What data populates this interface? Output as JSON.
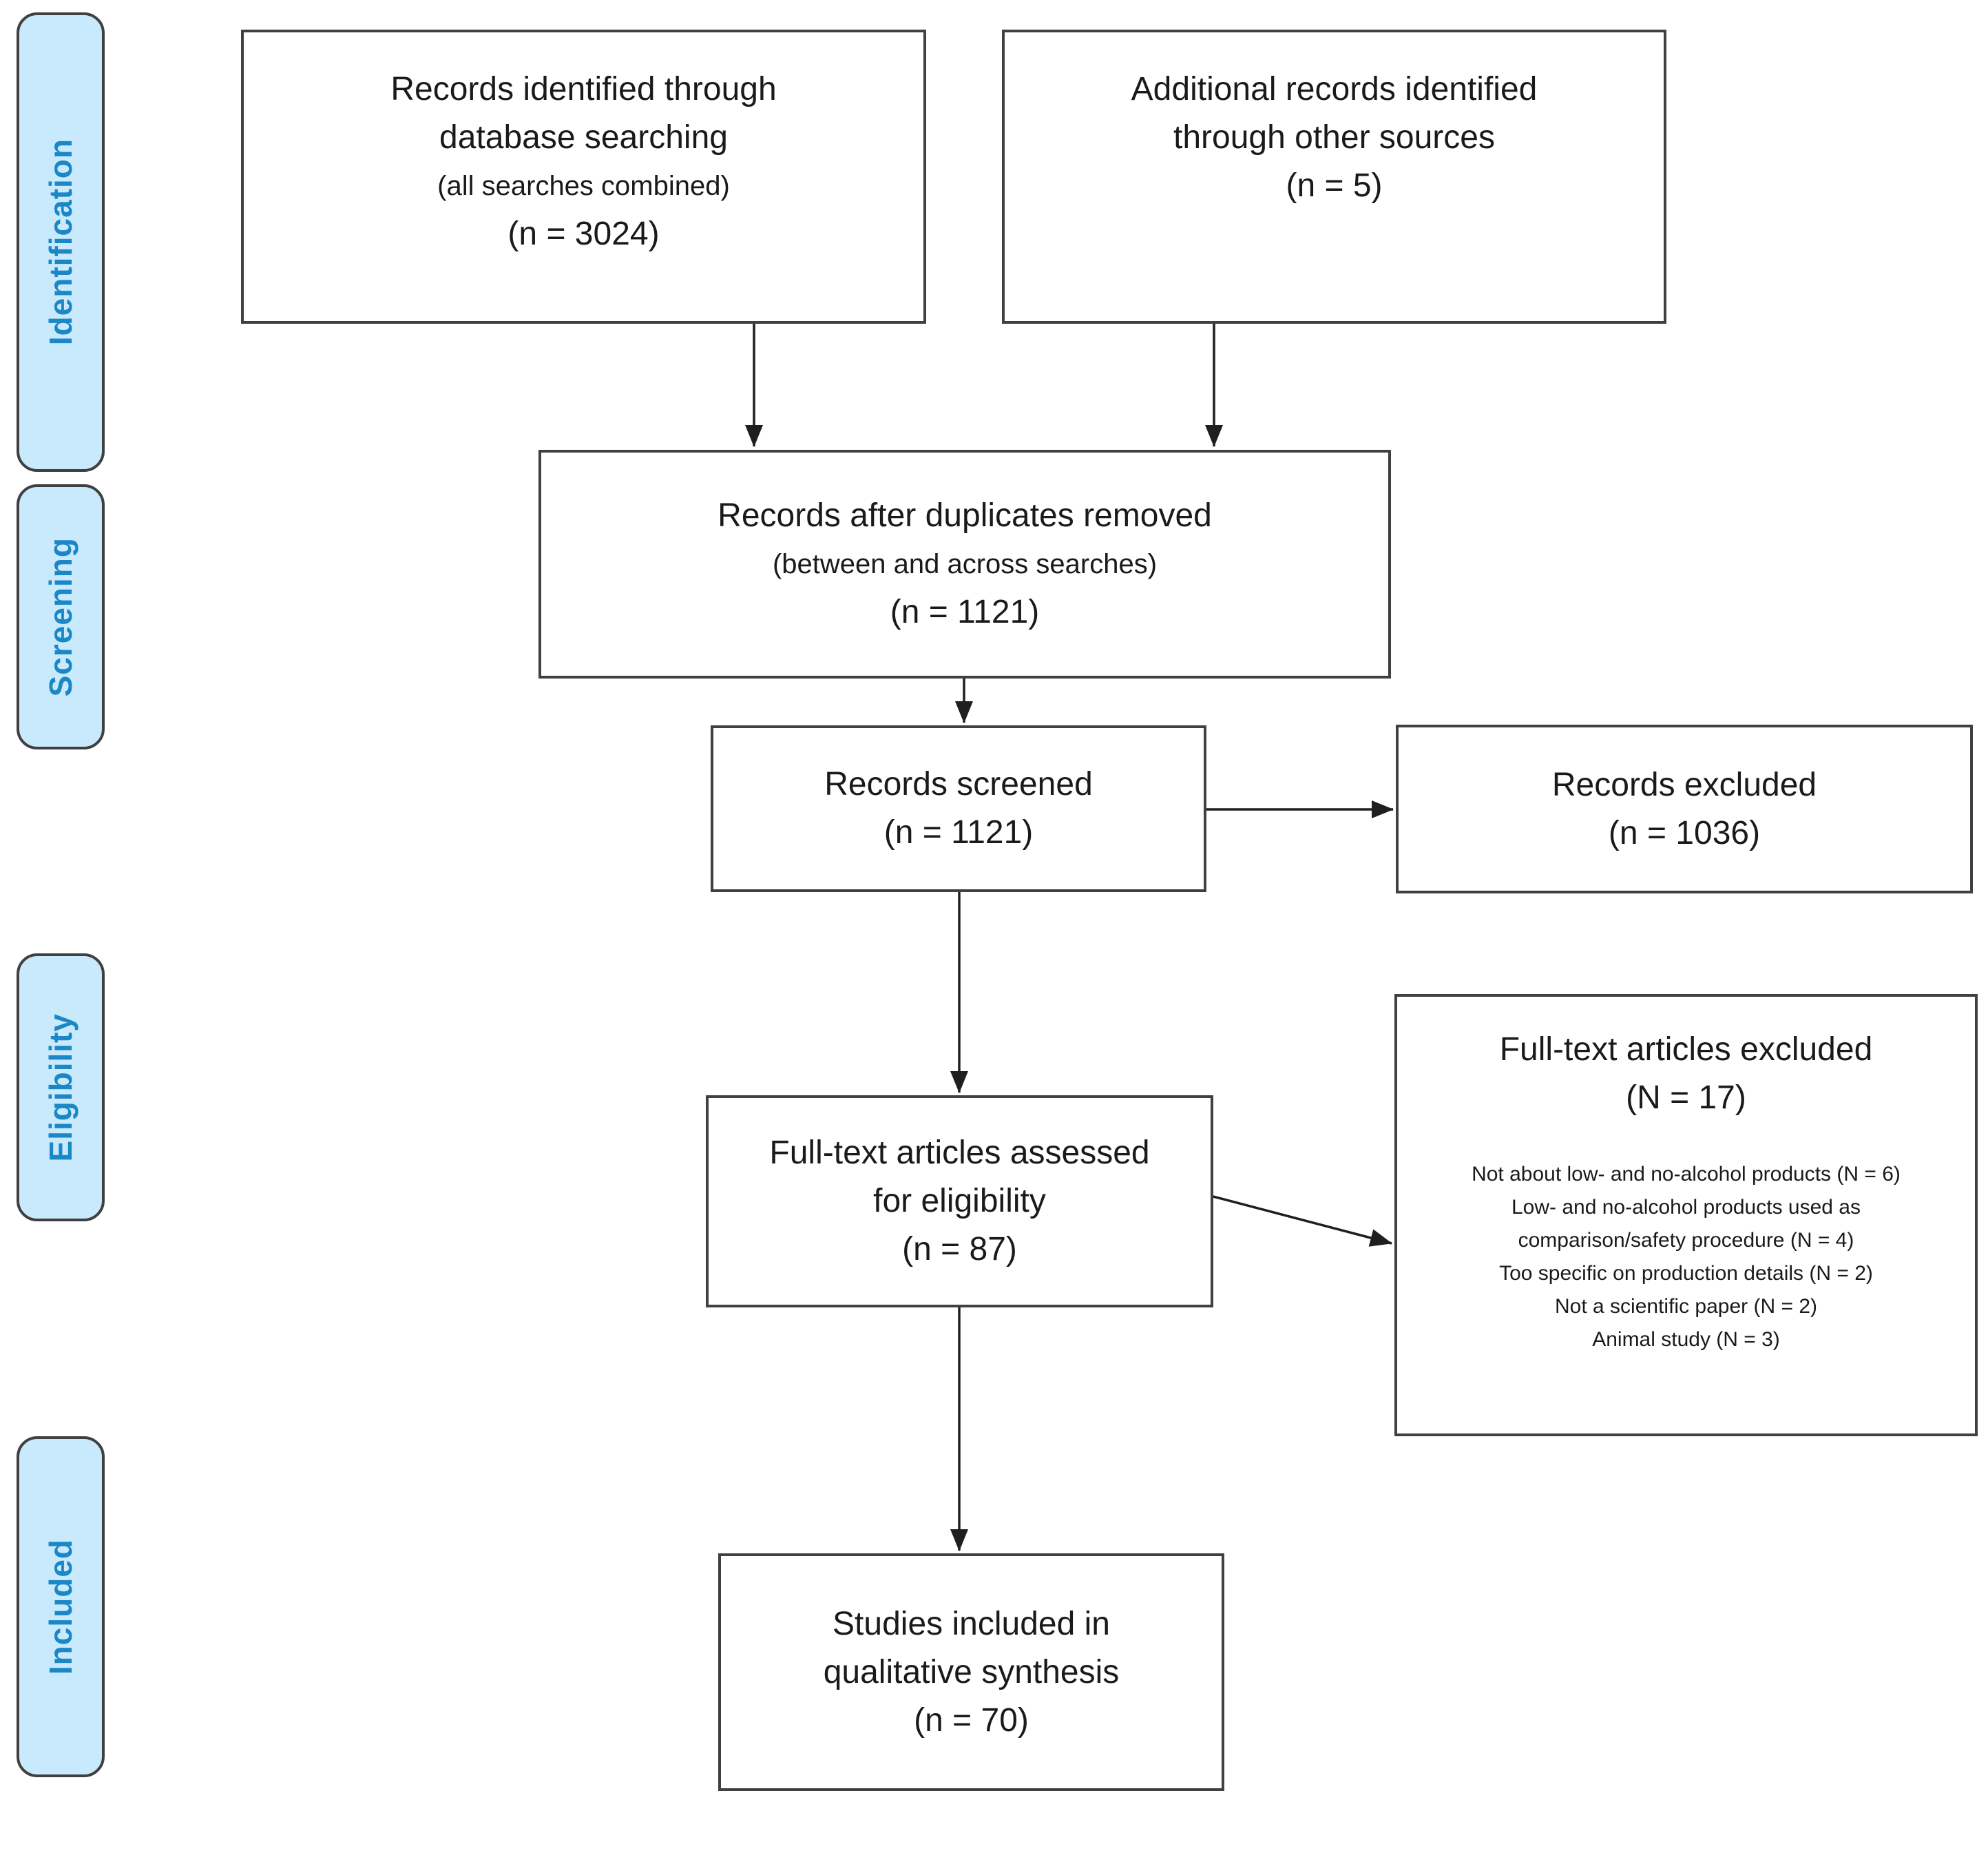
{
  "stages": {
    "identification": "Identification",
    "screening": "Screening",
    "eligibility": "Eligibility",
    "included": "Included"
  },
  "boxes": {
    "identified": {
      "line1": "Records identified through",
      "line2": "database searching",
      "note": "(all searches combined)",
      "count": "(n = 3024)"
    },
    "additional": {
      "line1": "Additional records identified",
      "line2": "through other sources",
      "count": "(n = 5)"
    },
    "deduplicated": {
      "title": "Records after duplicates removed",
      "note": "(between and across searches)",
      "count": "(n = 1121)"
    },
    "screened": {
      "title": "Records screened",
      "count": "(n = 1121)"
    },
    "records_excluded": {
      "title": "Records excluded",
      "count": "(n = 1036)"
    },
    "fulltext": {
      "line1": "Full-text articles assessed",
      "line2": "for eligibility",
      "count": "(n = 87)"
    },
    "fulltext_excluded": {
      "title": "Full-text articles excluded",
      "count": "(N = 17)",
      "reasons": [
        "Not about low- and no-alcohol products (N = 6)",
        "Low- and no-alcohol products used as comparison/safety procedure (N = 4)",
        "Too specific on production details (N = 2)",
        "Not a scientific paper (N = 2)",
        "Animal study (N = 3)"
      ]
    },
    "included_studies": {
      "line1": "Studies included in",
      "line2": "qualitative synthesis",
      "count": "(n = 70)"
    }
  },
  "colors": {
    "stage_fill": "#c9eafc",
    "stage_text": "#1b87c6",
    "box_border": "#404040",
    "arrow": "#1f1f1f"
  }
}
